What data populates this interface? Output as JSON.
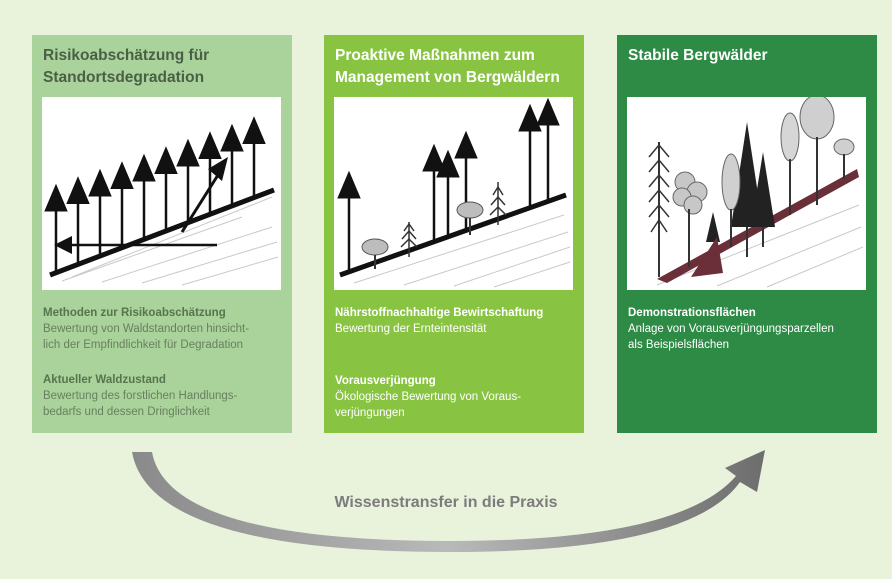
{
  "panels": [
    {
      "title": "Risikoabschätzung für\nStandortsdegradation",
      "sections": [
        {
          "title": "Methoden zur Risikoabschätzung",
          "text": "Bewertung von Waldstandorten hinsicht-\nlich der Empfindlichkeit für Degradation"
        },
        {
          "title": "Aktueller Waldzustand",
          "text": "Bewertung des forstlichen Handlungs-\nbedarfs und dessen Dringlichkeit"
        }
      ]
    },
    {
      "title": "Proaktive Maßnahmen zum\nManagement von Bergwäldern",
      "sections": [
        {
          "title": "Nährstoffnachhaltige Bewirtschaftung",
          "text": "Bewertung der Ernteintensität"
        },
        {
          "title": "Vorausverjüngung",
          "text": "Ökologische Bewertung von Voraus-\nverjüngungen"
        }
      ]
    },
    {
      "title": "Stabile Bergwälder",
      "sections": [
        {
          "title": "Demonstrationsflächen",
          "text": "Anlage von Vorausverjüngungsparzellen\nals Beispielsflächen"
        }
      ]
    }
  ],
  "banner": "Wissenstransfer in die Praxis",
  "colors": {
    "background": "#e9f3dc",
    "panel_1": "#a9d39a",
    "panel_2": "#88c441",
    "panel_3": "#2d8b45",
    "arrow": "#7a7a7a"
  }
}
